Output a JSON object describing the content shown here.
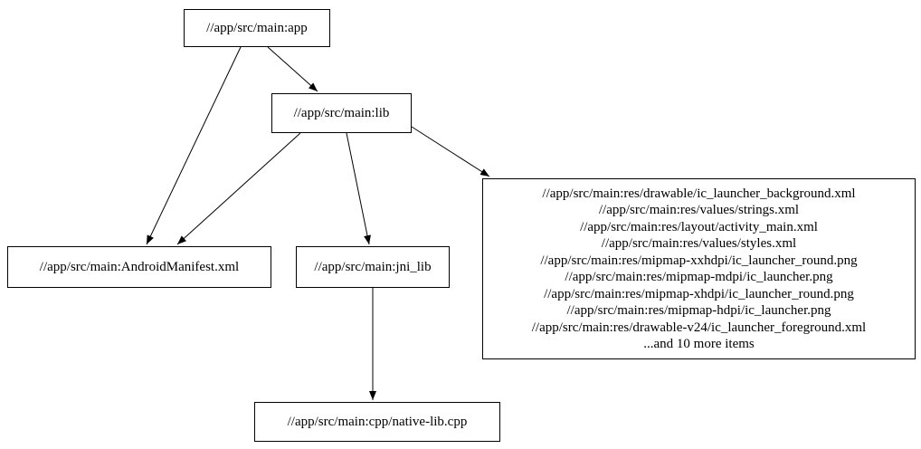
{
  "graph": {
    "nodes": {
      "app": {
        "label": "//app/src/main:app"
      },
      "lib": {
        "label": "//app/src/main:lib"
      },
      "manifest": {
        "label": "//app/src/main:AndroidManifest.xml"
      },
      "jni_lib": {
        "label": "//app/src/main:jni_lib"
      },
      "res": {
        "lines": [
          "//app/src/main:res/drawable/ic_launcher_background.xml",
          "//app/src/main:res/values/strings.xml",
          "//app/src/main:res/layout/activity_main.xml",
          "//app/src/main:res/values/styles.xml",
          "//app/src/main:res/mipmap-xxhdpi/ic_launcher_round.png",
          "//app/src/main:res/mipmap-mdpi/ic_launcher.png",
          "//app/src/main:res/mipmap-xhdpi/ic_launcher_round.png",
          "//app/src/main:res/mipmap-hdpi/ic_launcher.png",
          "//app/src/main:res/drawable-v24/ic_launcher_foreground.xml",
          "...and 10 more items"
        ]
      },
      "cpp": {
        "label": "//app/src/main:cpp/native-lib.cpp"
      }
    },
    "edges": [
      {
        "from": "//app/src/main:app",
        "to": "//app/src/main:lib"
      },
      {
        "from": "//app/src/main:app",
        "to": "//app/src/main:AndroidManifest.xml"
      },
      {
        "from": "//app/src/main:lib",
        "to": "//app/src/main:AndroidManifest.xml"
      },
      {
        "from": "//app/src/main:lib",
        "to": "//app/src/main:jni_lib"
      },
      {
        "from": "//app/src/main:lib",
        "to": "res-group"
      },
      {
        "from": "//app/src/main:jni_lib",
        "to": "//app/src/main:cpp/native-lib.cpp"
      }
    ],
    "colors": {
      "background": "#ffffff",
      "node_border": "#000000",
      "edge": "#000000",
      "text": "#000000"
    }
  }
}
